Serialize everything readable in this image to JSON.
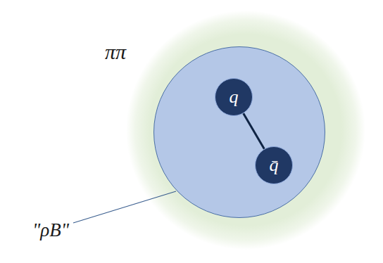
{
  "diagram": {
    "nodes": [
      {
        "text": [
          "ππ"
        ]
      },
      {
        "text": [
          "\"ρB\""
        ],
        "in": 0
      },
      {
        "text": [
          "q"
        ],
        "in": 1
      },
      {
        "text": [
          "q̄"
        ],
        "in": 1
      }
    ],
    "edges": [
      {
        "from": 2,
        "to": 3,
        "arrow": "none"
      }
    ]
  }
}
